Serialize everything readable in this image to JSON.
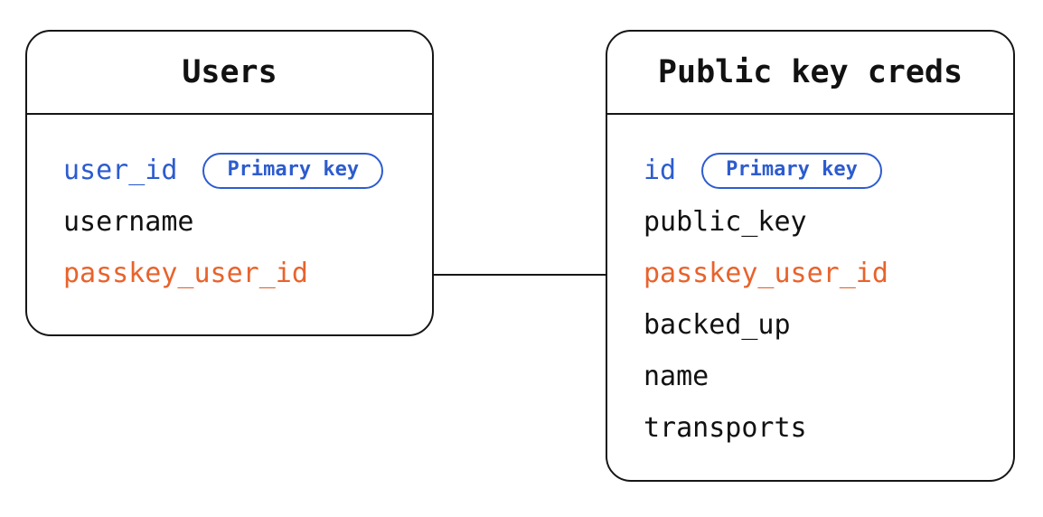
{
  "diagram": {
    "colors": {
      "blue": "#2d5ccf",
      "orange": "#e8632c",
      "text": "#111111",
      "border": "#161616",
      "background": "#ffffff"
    },
    "tables": [
      {
        "title": "Users",
        "fields": [
          {
            "name": "user_id",
            "color": "blue",
            "badge": "Primary key"
          },
          {
            "name": "username",
            "color": "text"
          },
          {
            "name": "passkey_user_id",
            "color": "orange"
          }
        ]
      },
      {
        "title": "Public key creds",
        "fields": [
          {
            "name": "id",
            "color": "blue",
            "badge": "Primary key"
          },
          {
            "name": "public_key",
            "color": "text"
          },
          {
            "name": "passkey_user_id",
            "color": "orange"
          },
          {
            "name": "backed_up",
            "color": "text"
          },
          {
            "name": "name",
            "color": "text"
          },
          {
            "name": "transports",
            "color": "text"
          }
        ]
      }
    ],
    "relationship": {
      "from_table": "Users",
      "from_field": "passkey_user_id",
      "to_table": "Public key creds",
      "to_field": "passkey_user_id"
    }
  }
}
